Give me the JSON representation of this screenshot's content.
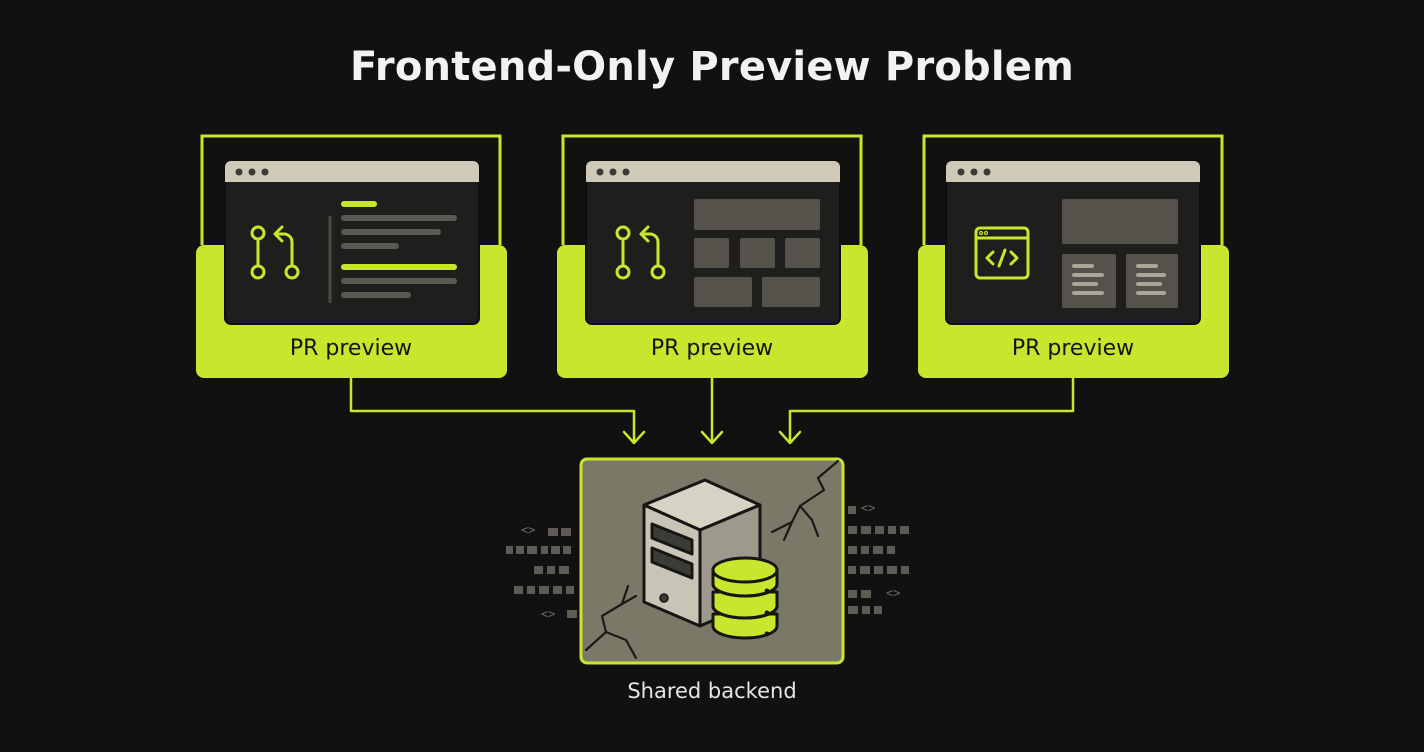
{
  "title": "Frontend-Only Preview Problem",
  "previews": [
    {
      "label": "PR preview",
      "icon": "git-pull-request-icon",
      "content": "code-lines"
    },
    {
      "label": "PR preview",
      "icon": "git-pull-request-icon",
      "content": "layout-blocks"
    },
    {
      "label": "PR preview",
      "icon": "code-window-icon",
      "content": "ui-cards"
    }
  ],
  "backend": {
    "label": "Shared backend",
    "icon": "server-database-icon",
    "state": "cracked"
  },
  "code_noise_glyph": "<>",
  "colors": {
    "background": "#111111",
    "accent": "#c9e62f",
    "panel": "#1e1e1c",
    "titlebar": "#cfcab8",
    "muted_block": "#54524a",
    "backend_fill": "#7c7868"
  }
}
